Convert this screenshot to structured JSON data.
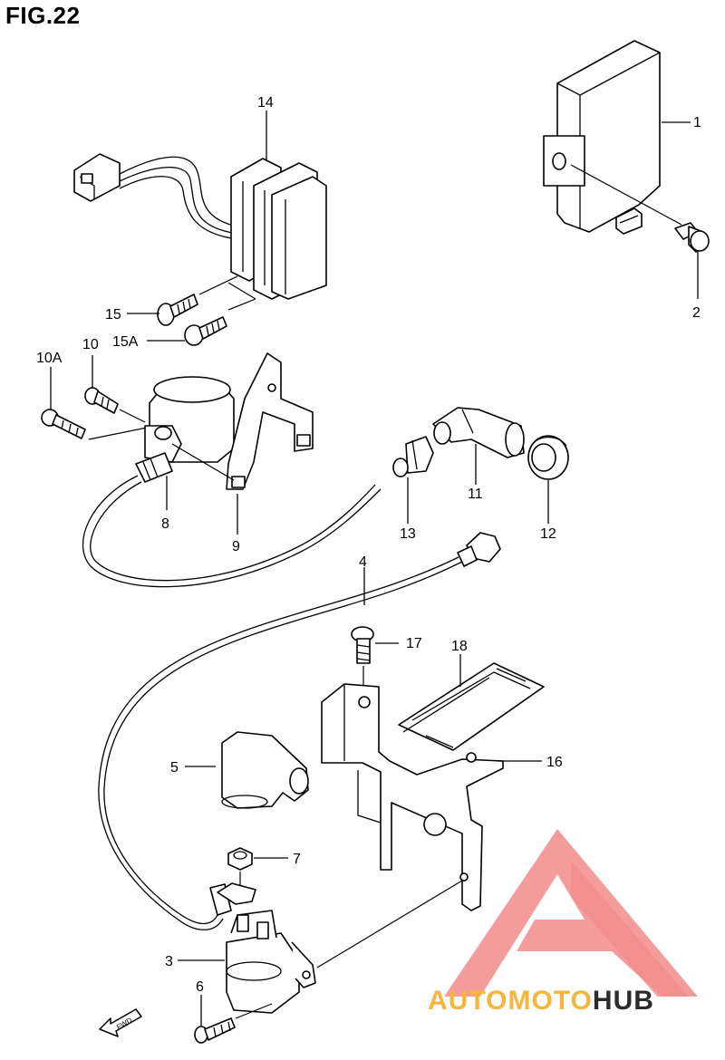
{
  "figure": {
    "title": "FIG.22"
  },
  "parts": [
    {
      "id": "1",
      "label": "1"
    },
    {
      "id": "2",
      "label": "2"
    },
    {
      "id": "3",
      "label": "3"
    },
    {
      "id": "4",
      "label": "4"
    },
    {
      "id": "5",
      "label": "5"
    },
    {
      "id": "6",
      "label": "6"
    },
    {
      "id": "7",
      "label": "7"
    },
    {
      "id": "8",
      "label": "8"
    },
    {
      "id": "9",
      "label": "9"
    },
    {
      "id": "10",
      "label": "10"
    },
    {
      "id": "10A",
      "label": "10A"
    },
    {
      "id": "11",
      "label": "11"
    },
    {
      "id": "12",
      "label": "12"
    },
    {
      "id": "13",
      "label": "13"
    },
    {
      "id": "14",
      "label": "14"
    },
    {
      "id": "15",
      "label": "15"
    },
    {
      "id": "15A",
      "label": "15A"
    },
    {
      "id": "16",
      "label": "16"
    },
    {
      "id": "17",
      "label": "17"
    },
    {
      "id": "18",
      "label": "18"
    }
  ],
  "direction_indicator": {
    "label": "FWD"
  },
  "watermark": {
    "part1": "AUTOMOTO",
    "part2": "HUB",
    "color_primary": "#f4b63e",
    "color_secondary": "#2b2b2b",
    "logo_color": "#f28b8b"
  }
}
